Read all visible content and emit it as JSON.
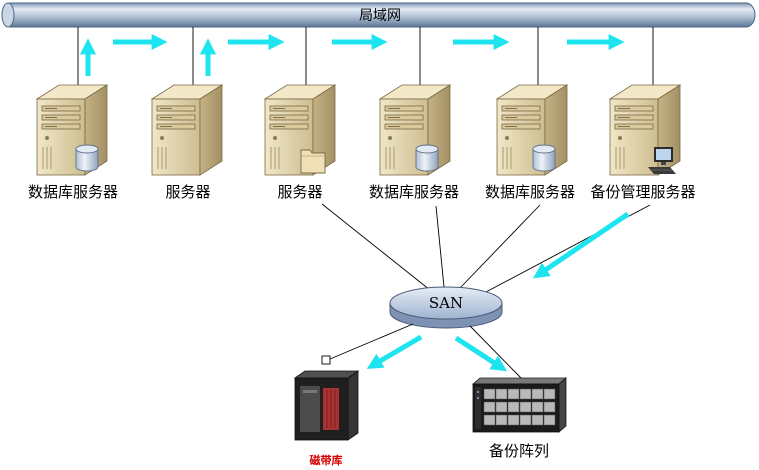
{
  "lan": {
    "label": "局域网"
  },
  "servers": [
    {
      "label": "数据库服务器",
      "icon": "database-icon"
    },
    {
      "label": "服务器"
    },
    {
      "label": "服务器",
      "icon": "folder-icon"
    },
    {
      "label": "数据库服务器",
      "icon": "database-icon"
    },
    {
      "label": "数据库服务器",
      "icon": "database-icon"
    },
    {
      "label": "备份管理服务器",
      "icon": "workstation-icon"
    }
  ],
  "san": {
    "label": "SAN"
  },
  "tape_library": {
    "label": "磁带库",
    "label_color": "#d40000"
  },
  "disk_array": {
    "label": "备份阵列"
  },
  "colors": {
    "arrow": "#1de4ee",
    "lan_pipe": "#9fb4cc",
    "san": "#a9bcd6",
    "server": "#e3d5ad"
  }
}
